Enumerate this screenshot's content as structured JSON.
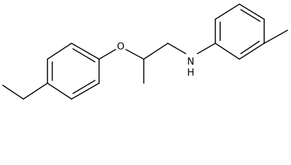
{
  "structure": {
    "atoms": {
      "oxygen": "O",
      "nitrogen": "N",
      "hydrogen": "H"
    }
  }
}
